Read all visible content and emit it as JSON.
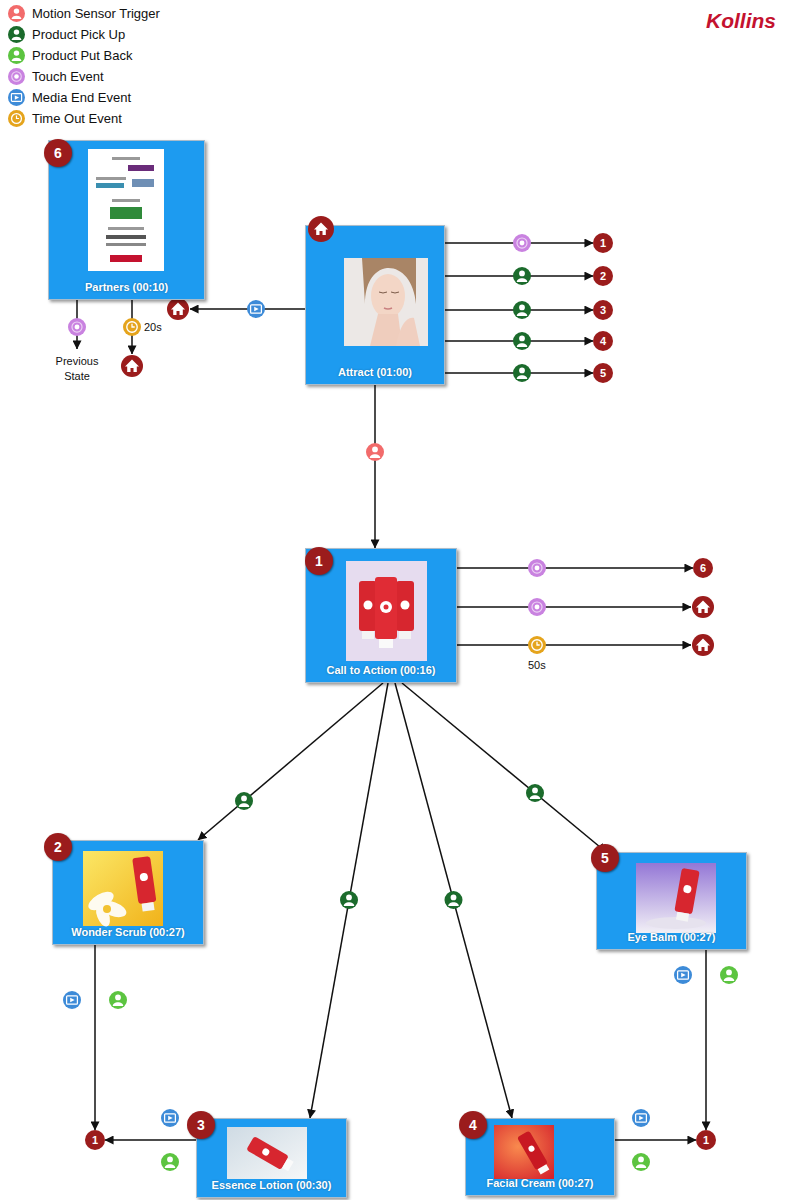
{
  "diagram": {
    "nodes": [
      {
        "text": [
          "Attract (01:00)"
        ]
      },
      {
        "text": [
          "1"
        ]
      },
      {
        "text": [
          "2"
        ]
      },
      {
        "text": [
          "3"
        ]
      },
      {
        "text": [
          "4"
        ]
      },
      {
        "text": [
          "5"
        ]
      },
      {
        "text": [
          "6",
          "Partners (00:10)"
        ]
      },
      {
        "text": [
          "1",
          "Call to Action (00:16)"
        ]
      },
      {
        "text": [
          "6"
        ]
      },
      {
        "text": [
          "2",
          "Wonder Scrub (00:27)"
        ]
      },
      {
        "text": [
          "5",
          "Eye Balm (00:27)"
        ]
      },
      {
        "text": [
          "1"
        ]
      },
      {
        "text": [
          "3",
          "Essence Lotion (00:30)"
        ]
      },
      {
        "text": [
          "4",
          "Facial Cream (00:27)"
        ]
      },
      {
        "text": [
          "1"
        ]
      }
    ],
    "edges": [
      {
        "from": 0,
        "to": 1,
        "arrow": "to"
      },
      {
        "from": 0,
        "to": 2,
        "arrow": "to"
      },
      {
        "from": 0,
        "to": 3,
        "arrow": "to"
      },
      {
        "from": 0,
        "to": 4,
        "arrow": "to"
      },
      {
        "from": 0,
        "to": 5,
        "arrow": "to"
      },
      {
        "from": 0,
        "to": 7,
        "arrow": "to"
      },
      {
        "from": 7,
        "to": 8,
        "arrow": "to"
      },
      {
        "from": 7,
        "to": 9,
        "arrow": "to"
      },
      {
        "from": 7,
        "to": 12,
        "arrow": "to"
      },
      {
        "from": 7,
        "to": 13,
        "arrow": "to"
      },
      {
        "from": 7,
        "to": 10,
        "arrow": "to"
      },
      {
        "from": 9,
        "to": 11,
        "arrow": "to"
      },
      {
        "from": 12,
        "to": 11,
        "arrow": "to"
      },
      {
        "from": 13,
        "to": 14,
        "arrow": "to"
      },
      {
        "from": 10,
        "to": 14,
        "arrow": "to"
      }
    ],
    "labels": [
      "Kollins",
      "Previous State",
      "20s",
      "50s"
    ],
    "legend": [
      {
        "text": "Motion Sensor Trigger",
        "color": "#f26b6b"
      },
      {
        "text": "Product Pick Up",
        "color": "#1b6b2c"
      },
      {
        "text": "Product Put Back",
        "color": "#5cc440"
      },
      {
        "text": "Touch Event",
        "color": "#c982e0"
      },
      {
        "text": "Media End Event",
        "color": "#3d8bd8"
      },
      {
        "text": "Time Out Event",
        "color": "#e5a41c"
      }
    ]
  }
}
